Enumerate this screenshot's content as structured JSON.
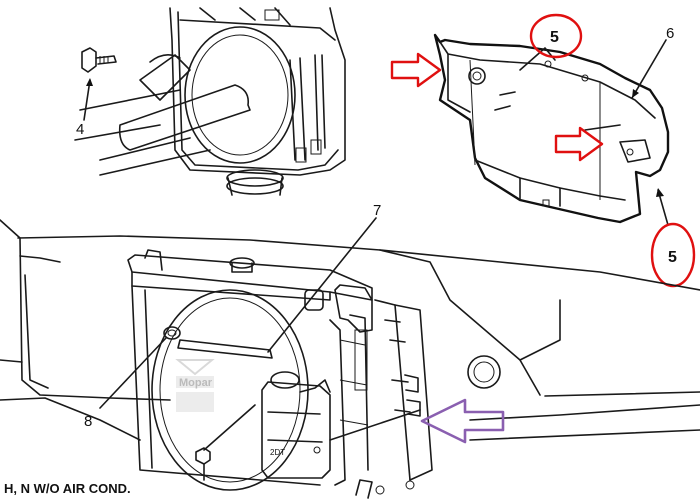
{
  "callouts": {
    "part_4": "4",
    "part_5_top": "5",
    "part_5_right": "5",
    "part_6": "6",
    "part_7": "7",
    "part_8": "8"
  },
  "caption": "H, N W/O AIR COND.",
  "small_mark": "2DT",
  "watermark": "Mopar",
  "annotation_colors": {
    "red": "#e01010",
    "purple": "#8a5fb0"
  }
}
